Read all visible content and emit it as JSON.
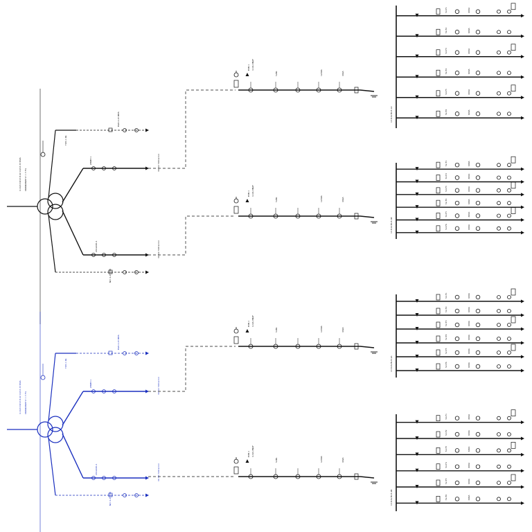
{
  "colors": {
    "black_network": "#111111",
    "blue_network": "#1a2fbf",
    "background": "#ffffff"
  },
  "transformers": [
    {
      "label_main": "4.16/13.8/13.8 kV 10/13.33 MVA",
      "label_sub": "ONAN/ONAF Z = 7.5%"
    },
    {
      "label_main": "4.16/13.8/13.8 kV 10/13.33 MVA",
      "label_sub": "ONAN/ONAF Z = 7.5%"
    }
  ],
  "feeder_labels": [
    "TWC-1 RL",
    "3X 3/C 500 kcmil",
    "ZIMBT-1",
    "2X1L400 A",
    "N/C 4-25 B18",
    "MVA 4.25 BMS"
  ],
  "buses": [
    {
      "label": "13.8 kV BUS 1A"
    },
    {
      "label": "13.8 kV BUS 1B"
    },
    {
      "label": "13.8 kV BUS 2A"
    },
    {
      "label": "13.8 kV BUS 2B"
    }
  ],
  "cable_labels": [
    "EVB-1",
    "4-OA-ONAF",
    "0.5 kV 30kA",
    "1X 3/C-4/0 BARE"
  ],
  "breaker_labels": [
    "52B1",
    "52B2",
    "52B3",
    "52B4",
    "1200A",
    "40kA"
  ],
  "feeder_breaker_labels": [
    "52-F1",
    "52-F2",
    "52-F3",
    "52-F4",
    "52-F5",
    "52-F6",
    "600A"
  ]
}
